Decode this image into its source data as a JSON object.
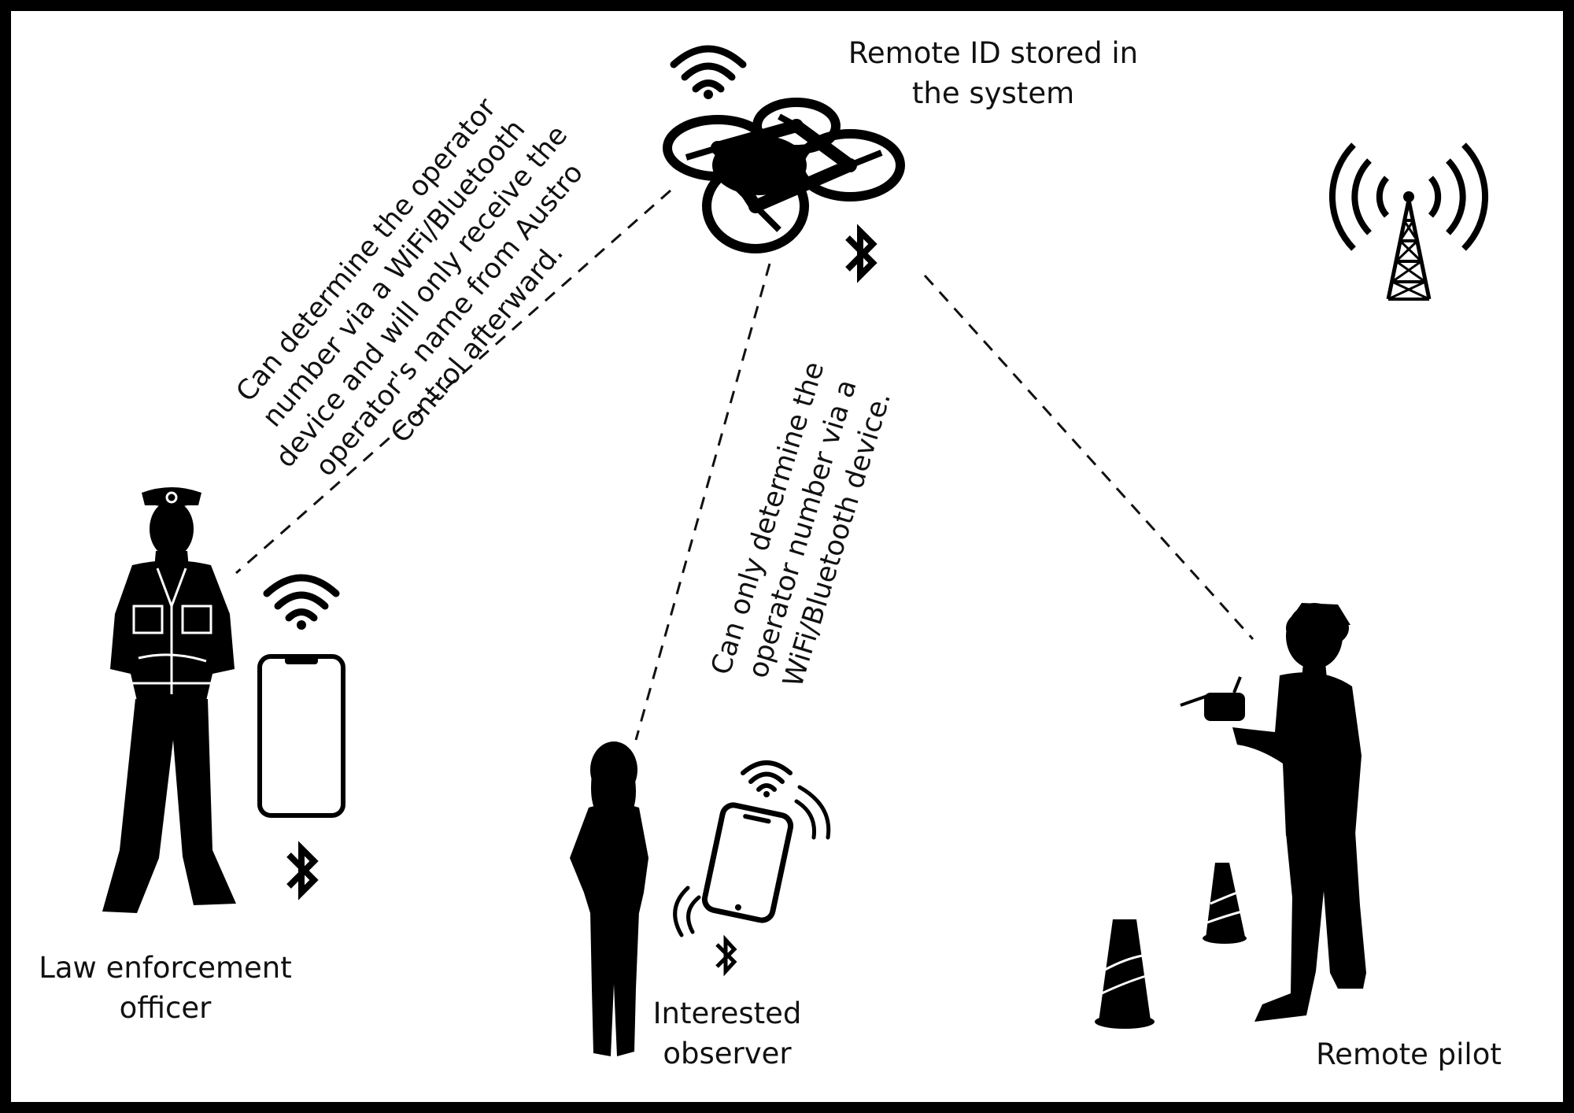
{
  "labels": {
    "drone": [
      "Remote ID stored in",
      "the system"
    ],
    "officer": [
      "Law enforcement",
      "officer"
    ],
    "observer": [
      "Interested",
      "observer"
    ],
    "pilot": "Remote pilot"
  },
  "annotations": {
    "officer_capability": [
      "Can determine the operator",
      "number via a WiFi/Bluetooth",
      "device and will only receive the",
      "operator's name from Austro",
      "Control afterward."
    ],
    "observer_capability": [
      "Can only determine the",
      "operator number via a",
      "WiFi/Bluetooth device."
    ]
  },
  "icons": [
    "wifi-icon",
    "bluetooth-icon",
    "drone-icon",
    "radio-tower-icon",
    "smartphone-icon",
    "traffic-cone-icon"
  ]
}
